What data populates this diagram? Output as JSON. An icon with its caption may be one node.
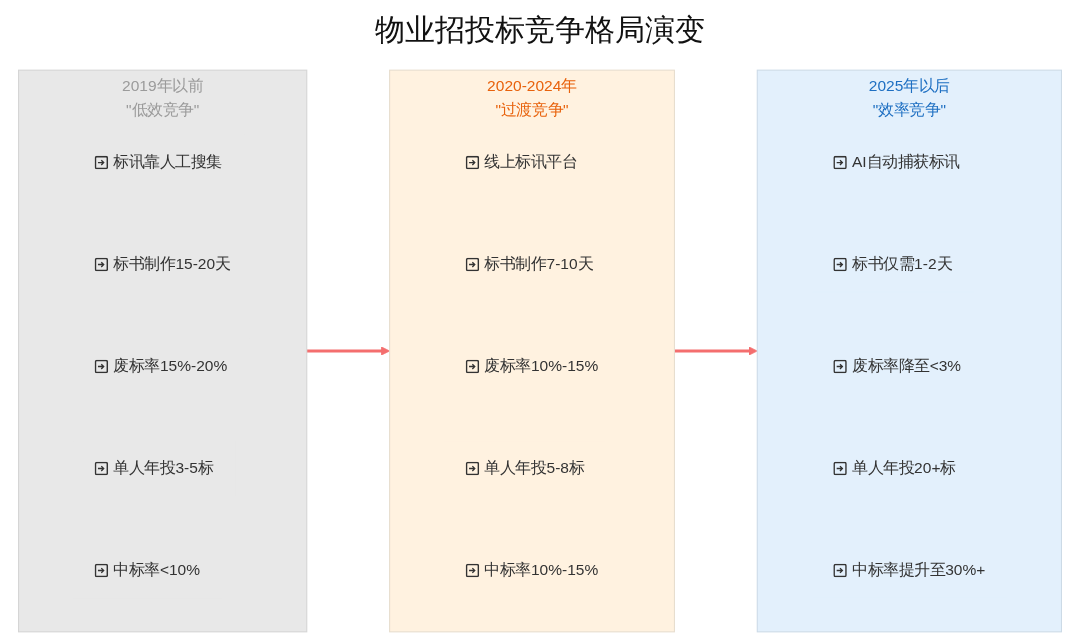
{
  "diagram": {
    "title": "物业招投标竞争格局演变",
    "nodes": [
      {
        "text": [
          "2019年以前",
          "\"低效竞争\""
        ]
      },
      {
        "text": [
          "标讯靠人工搜集"
        ],
        "in": 0
      },
      {
        "text": [
          "标书制作15-20天"
        ],
        "in": 0
      },
      {
        "text": [
          "废标率15%-20%"
        ],
        "in": 0
      },
      {
        "text": [
          "单人年投3-5标"
        ],
        "in": 0
      },
      {
        "text": [
          "中标率<10%"
        ],
        "in": 0
      },
      {
        "text": [
          "2020-2024年",
          "\"过渡竞争\""
        ]
      },
      {
        "text": [
          "线上标讯平台"
        ],
        "in": 6
      },
      {
        "text": [
          "标书制作7-10天"
        ],
        "in": 6
      },
      {
        "text": [
          "废标率10%-15%"
        ],
        "in": 6
      },
      {
        "text": [
          "单人年投5-8标"
        ],
        "in": 6
      },
      {
        "text": [
          "中标率10%-15%"
        ],
        "in": 6
      },
      {
        "text": [
          "2025年以后",
          "\"效率竞争\""
        ]
      },
      {
        "text": [
          "AI自动捕获标讯"
        ],
        "in": 12
      },
      {
        "text": [
          "标书仅需1-2天"
        ],
        "in": 12
      },
      {
        "text": [
          "废标率降至<3%"
        ],
        "in": 12
      },
      {
        "text": [
          "单人年投20+标"
        ],
        "in": 12
      },
      {
        "text": [
          "中标率提升至30%+"
        ],
        "in": 12
      }
    ],
    "edges": [
      {
        "from": 0,
        "to": 6,
        "arrow": "to",
        "color": "#f46e6e"
      },
      {
        "from": 6,
        "to": 12,
        "arrow": "to",
        "color": "#f46e6e"
      }
    ]
  }
}
